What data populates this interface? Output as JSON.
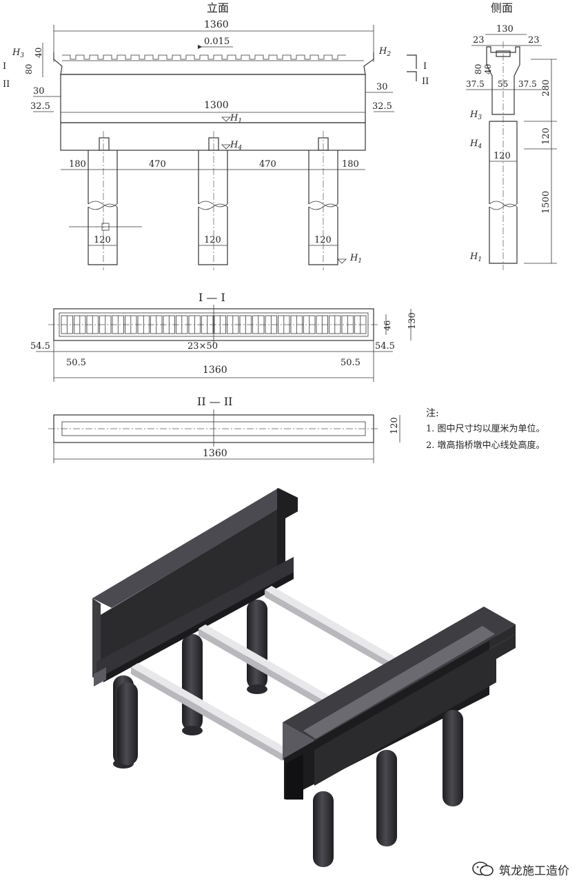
{
  "views": {
    "elevation_title": "立面",
    "side_title": "侧面",
    "section1_title": "I — I",
    "section2_title": "II — II"
  },
  "elevation": {
    "overall_width": "1360",
    "slope": "0.015",
    "cap_width": "1300",
    "offset_left": "30",
    "offset_right": "30",
    "edge_left": "32.5",
    "edge_right": "32.5",
    "dim_40": "40",
    "dim_80": "80",
    "pile_edge_left": "180",
    "pile_spacing_1": "470",
    "pile_spacing_2": "470",
    "pile_edge_right": "180",
    "pile_dia_1": "120",
    "pile_dia_2": "120",
    "pile_dia_3": "120",
    "h_label": "H",
    "h1_sub": "1",
    "h2_sub": "2",
    "h3_sub": "3",
    "h4_sub": "4",
    "sec_I": "I",
    "sec_II": "II"
  },
  "side": {
    "top_width": "130",
    "top_left": "23",
    "top_right": "23",
    "dim_80": "80",
    "dim_40": "40",
    "web_left": "37.5",
    "web_mid": "55",
    "web_right": "37.5",
    "height_280": "280",
    "height_120": "120",
    "pile_dia": "120",
    "pile_len": "1500"
  },
  "section1": {
    "grid_label": "23×50",
    "edge_left": "54.5",
    "edge_right": "54.5",
    "inner_left": "50.5",
    "inner_right": "50.5",
    "overall": "1360",
    "h_46": "46",
    "h_130": "130"
  },
  "section2": {
    "overall": "1360",
    "h_120": "120"
  },
  "notes": {
    "title": "注:",
    "line1": "1. 图中尺寸均以厘米为单位。",
    "line2": "2. 墩高指桥墩中心线处高度。"
  },
  "watermark": {
    "text": "筑龙施工造价"
  },
  "colors": {
    "line": "#333333",
    "beam_dark": "#2b2b2e",
    "beam_mid": "#3d3d42",
    "beam_light": "#5a5a60",
    "bar_light": "#e8e8ea",
    "bar_shade": "#b8b8bd"
  }
}
